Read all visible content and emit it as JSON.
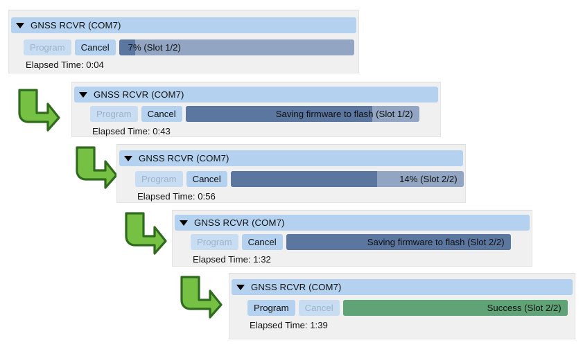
{
  "colors": {
    "panel_bg": "#f0f0f0",
    "panel_border": "#e3e3e3",
    "header_blue": "#b4d2ef",
    "button_blue": "#b4d2ef",
    "button_disabled_blue": "#c8dcf2",
    "button_disabled_text": "#9bb4cd",
    "progress_track": "#92a5c2",
    "progress_fill": "#5b769f",
    "progress_success": "#5fa376",
    "arrow_fill": "#76c043",
    "arrow_stroke": "#2f6b1e",
    "text": "#111111"
  },
  "caret_icon": "triangle-down-icon",
  "arrow_icon": "bent-arrow-right-icon",
  "panels": [
    {
      "id": "panel-1",
      "title": "GNSS RCVR (COM7)",
      "program_label": "Program",
      "program_enabled": false,
      "cancel_label": "Cancel",
      "cancel_enabled": true,
      "progress_text": "7% (Slot 1/2)",
      "progress_percent": 7,
      "progress_state": "running",
      "text_align": "left",
      "elapsed_label": "Elapsed Time: 0:04"
    },
    {
      "id": "panel-2",
      "title": "GNSS RCVR (COM7)",
      "program_label": "Program",
      "program_enabled": false,
      "cancel_label": "Cancel",
      "cancel_enabled": true,
      "progress_text": "Saving firmware to flash (Slot 1/2)",
      "progress_percent": 80,
      "progress_state": "running",
      "text_align": "right",
      "elapsed_label": "Elapsed Time: 0:43"
    },
    {
      "id": "panel-3",
      "title": "GNSS RCVR (COM7)",
      "program_label": "Program",
      "program_enabled": false,
      "cancel_label": "Cancel",
      "cancel_enabled": true,
      "progress_text": "14% (Slot 2/2)",
      "progress_percent": 63,
      "progress_state": "running",
      "text_align": "right",
      "elapsed_label": "Elapsed Time: 0:56"
    },
    {
      "id": "panel-4",
      "title": "GNSS RCVR (COM7)",
      "program_label": "Program",
      "program_enabled": false,
      "cancel_label": "Cancel",
      "cancel_enabled": true,
      "progress_text": "Saving firmware to flash (Slot 2/2)",
      "progress_percent": 100,
      "progress_state": "running",
      "text_align": "right",
      "elapsed_label": "Elapsed Time: 1:32"
    },
    {
      "id": "panel-5",
      "title": "GNSS RCVR (COM7)",
      "program_label": "Program",
      "program_enabled": true,
      "cancel_label": "Cancel",
      "cancel_enabled": false,
      "progress_text": "Success (Slot 2/2)",
      "progress_percent": 100,
      "progress_state": "success",
      "text_align": "right",
      "elapsed_label": "Elapsed Time: 1:39"
    }
  ]
}
